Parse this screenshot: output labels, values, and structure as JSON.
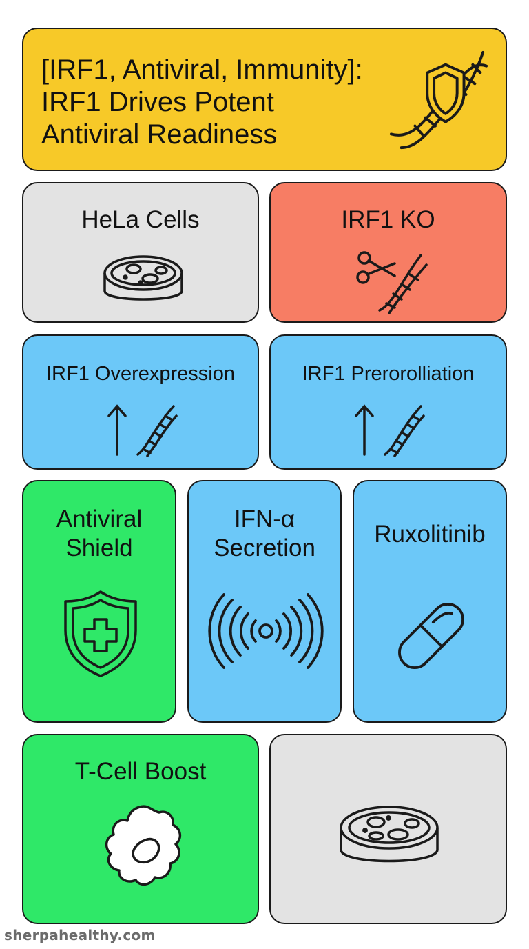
{
  "header": {
    "title_line1": "[IRF1, Antiviral, Immunity]:",
    "title_line2": "IRF1 Drives Potent",
    "title_line3": "Antiviral Readiness",
    "icon": "dna-shield-icon"
  },
  "panels": [
    {
      "label": "HeLa Cells",
      "icon": "petri-dish-icon",
      "color": "#e3e3e3"
    },
    {
      "label": "IRF1 KO",
      "icon": "dna-scissors-icon",
      "color": "#f77d64"
    },
    {
      "label": "IRF1 Overexpression",
      "icon": "arrow-up-dna-icon",
      "color": "#6cc8f8"
    },
    {
      "label": "IRF1 Prerorolliation",
      "icon": "arrow-up-dna-icon",
      "color": "#6cc8f8"
    },
    {
      "label_line1": "Antiviral",
      "label_line2": "Shield",
      "icon": "shield-cross-icon",
      "color": "#2fe868"
    },
    {
      "label_line1": "IFN-α",
      "label_line2": "Secretion",
      "icon": "signal-waves-icon",
      "color": "#6cc8f8"
    },
    {
      "label": "Ruxolitinib",
      "icon": "capsule-icon",
      "color": "#6cc8f8"
    },
    {
      "label": "T-Cell Boost",
      "icon": "t-cell-icon",
      "color": "#2fe868"
    },
    {
      "label": "",
      "icon": "petri-dish-icon",
      "color": "#e3e3e3"
    }
  ],
  "watermark": "sherpahealthy.com"
}
